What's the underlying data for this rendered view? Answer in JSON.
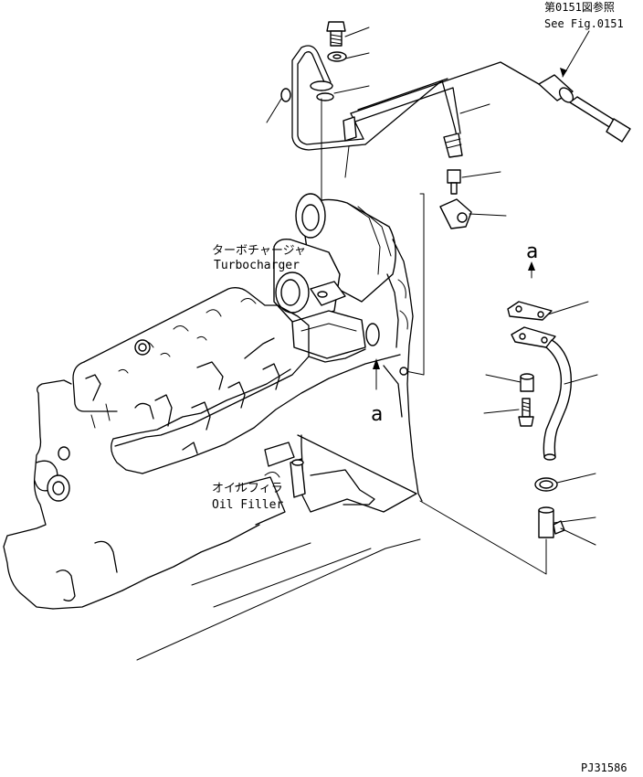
{
  "reference": {
    "jp": "第0151図参照",
    "en": "See Fig.0151"
  },
  "labels": {
    "turbo_jp": "ターボチャージャ",
    "turbo_en": "Turbocharger",
    "oil_jp": "オイルフィラ",
    "oil_en": "Oil Filler",
    "view_a_top": "a",
    "view_a_bottom": "a"
  },
  "drawing_number": "PJ31586"
}
